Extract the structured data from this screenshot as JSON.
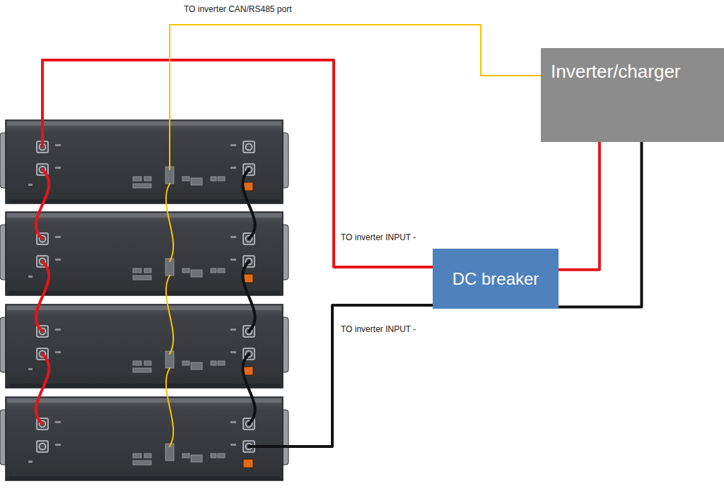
{
  "diagram": {
    "nodes": [
      {
        "text": [
          "Inverter/charger"
        ]
      },
      {
        "text": [
          "DC breaker"
        ]
      }
    ],
    "edges": [
      {
        "from": 1,
        "to": 0,
        "arrow": "none"
      },
      {
        "from": 1,
        "to": 0,
        "arrow": "none"
      }
    ],
    "labels": [
      "TO inverter CAN/RS485 port",
      "TO inverter INPUT -",
      "TO inverter INPUT -"
    ]
  }
}
